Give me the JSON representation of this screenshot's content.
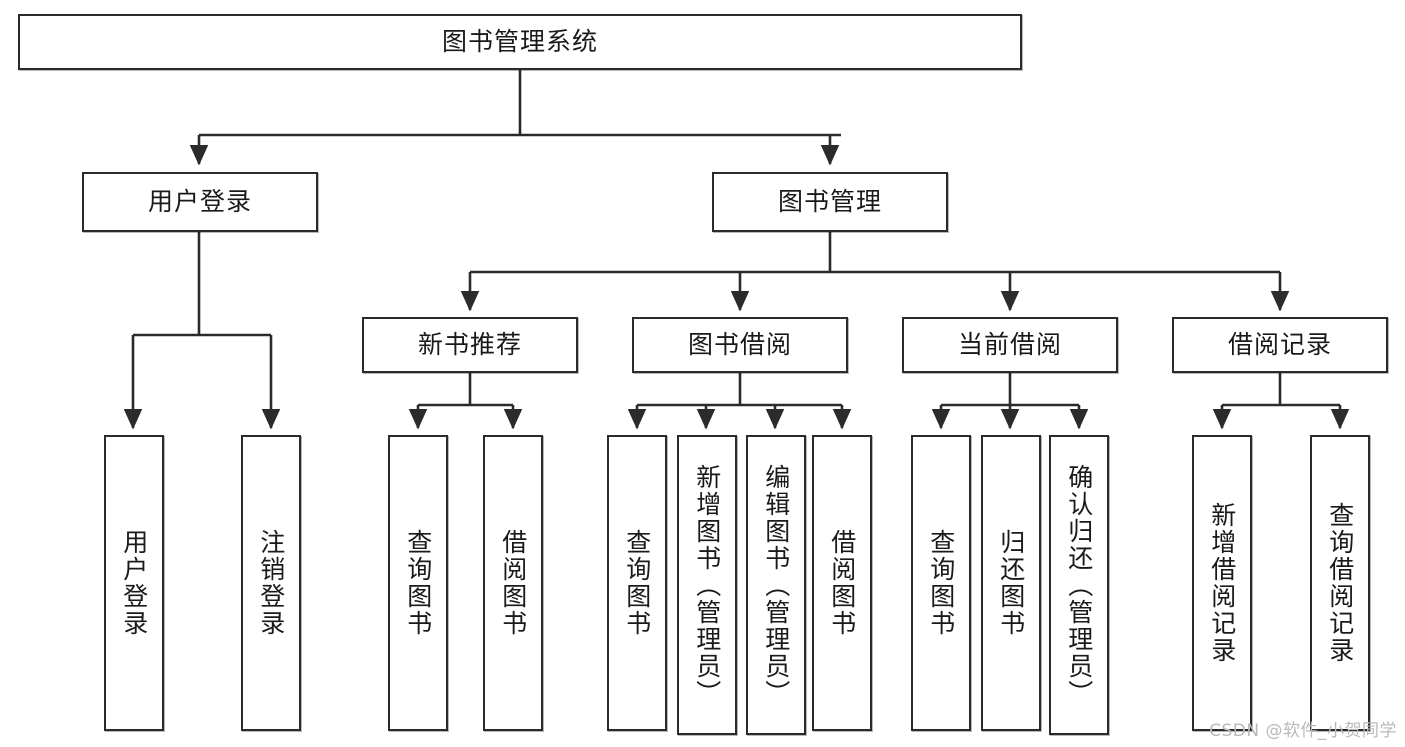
{
  "diagram": {
    "title": "图书管理系统",
    "type": "tree-hierarchy-chart",
    "watermark": "CSDN @软件_小贺同学",
    "colors": {
      "stroke": "#2b2b2b",
      "fill": "#ffffff",
      "text": "#1a1a1a",
      "watermark": "#b9b9b9"
    },
    "nodes": {
      "root": {
        "label": "图书管理系统"
      },
      "level2": [
        {
          "id": "user-login",
          "label": "用户登录"
        },
        {
          "id": "book-manage",
          "label": "图书管理"
        }
      ],
      "level3": [
        {
          "id": "new-book-recommend",
          "label": "新书推荐"
        },
        {
          "id": "book-borrow",
          "label": "图书借阅"
        },
        {
          "id": "current-borrow",
          "label": "当前借阅"
        },
        {
          "id": "borrow-record",
          "label": "借阅记录"
        }
      ],
      "leaves": {
        "user_login": [
          {
            "id": "leaf-user-login",
            "label": "用户登录"
          },
          {
            "id": "leaf-logout-login",
            "label": "注销登录"
          }
        ],
        "new_book_recommend": [
          {
            "id": "leaf-query-book-1",
            "label": "查询图书"
          },
          {
            "id": "leaf-borrow-book-1",
            "label": "借阅图书"
          }
        ],
        "book_borrow": [
          {
            "id": "leaf-query-book-2",
            "label": "查询图书"
          },
          {
            "id": "leaf-add-book",
            "label": "新增图书（管理员）"
          },
          {
            "id": "leaf-edit-book",
            "label": "编辑图书（管理员）"
          },
          {
            "id": "leaf-borrow-book-2",
            "label": "借阅图书"
          }
        ],
        "current_borrow": [
          {
            "id": "leaf-query-book-3",
            "label": "查询图书"
          },
          {
            "id": "leaf-return-book",
            "label": "归还图书"
          },
          {
            "id": "leaf-confirm-return",
            "label": "确认归还（管理员）"
          }
        ],
        "borrow_record": [
          {
            "id": "leaf-add-record",
            "label": "新增借阅记录"
          },
          {
            "id": "leaf-query-record",
            "label": "查询借阅记录"
          }
        ]
      }
    }
  }
}
